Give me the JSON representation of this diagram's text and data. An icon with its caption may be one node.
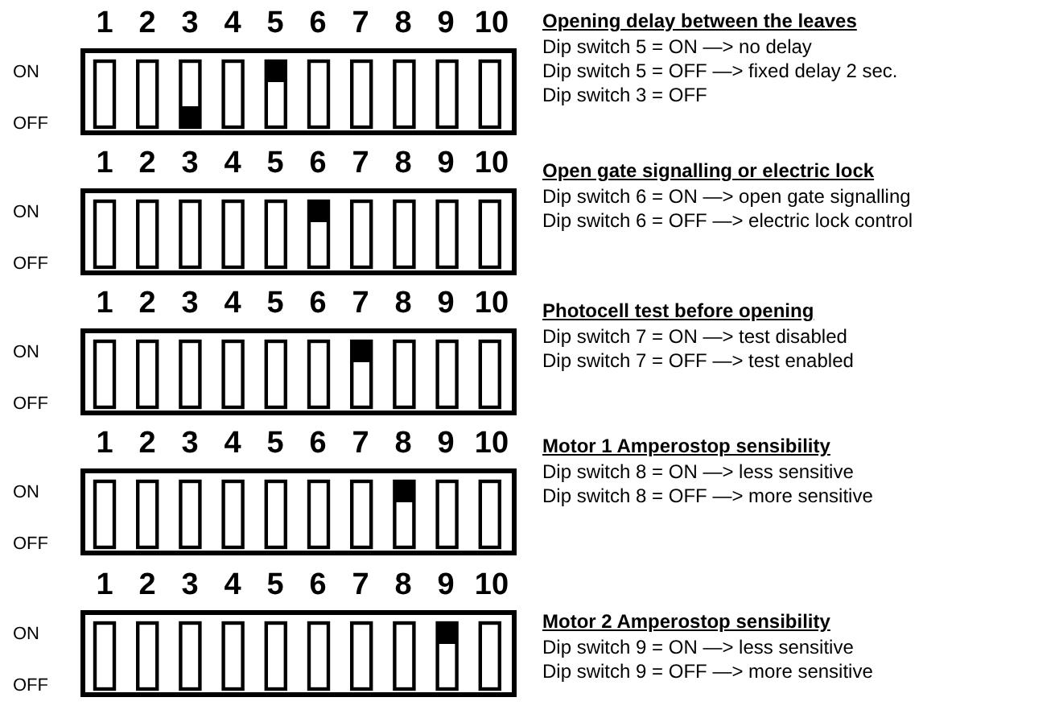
{
  "diagram": {
    "labels": [
      "1",
      "2",
      "3",
      "4",
      "5",
      "6",
      "7",
      "8",
      "9",
      "10",
      "ON",
      "OFF",
      "Opening delay between the leaves",
      "Dip switch 5 = ON —> no delay",
      "Dip switch 5 = OFF —> fixed delay 2 sec.",
      "Dip switch 3 = OFF",
      "1",
      "2",
      "3",
      "4",
      "5",
      "6",
      "7",
      "8",
      "9",
      "10",
      "ON",
      "OFF",
      "Open gate signalling or electric lock",
      "Dip switch 6 = ON —> open gate signalling",
      "Dip switch 6 = OFF —> electric lock control",
      "1",
      "2",
      "3",
      "4",
      "5",
      "6",
      "7",
      "8",
      "9",
      "10",
      "ON",
      "OFF",
      "Photocell test before opening",
      "Dip switch 7 = ON —> test disabled",
      "Dip switch 7 = OFF —> test enabled",
      "1",
      "2",
      "3",
      "4",
      "5",
      "6",
      "7",
      "8",
      "9",
      "10",
      "ON",
      "OFF",
      "Motor 1 Amperostop sensibility",
      "Dip switch 8 = ON —> less sensitive",
      "Dip switch 8 = OFF —> more sensitive",
      "1",
      "2",
      "3",
      "4",
      "5",
      "6",
      "7",
      "8",
      "9",
      "10",
      "ON",
      "OFF",
      "Motor 2 Amperostop sensibility",
      "Dip switch 9 = ON —> less sensitive",
      "Dip switch 9 = OFF —> more sensitive"
    ]
  }
}
